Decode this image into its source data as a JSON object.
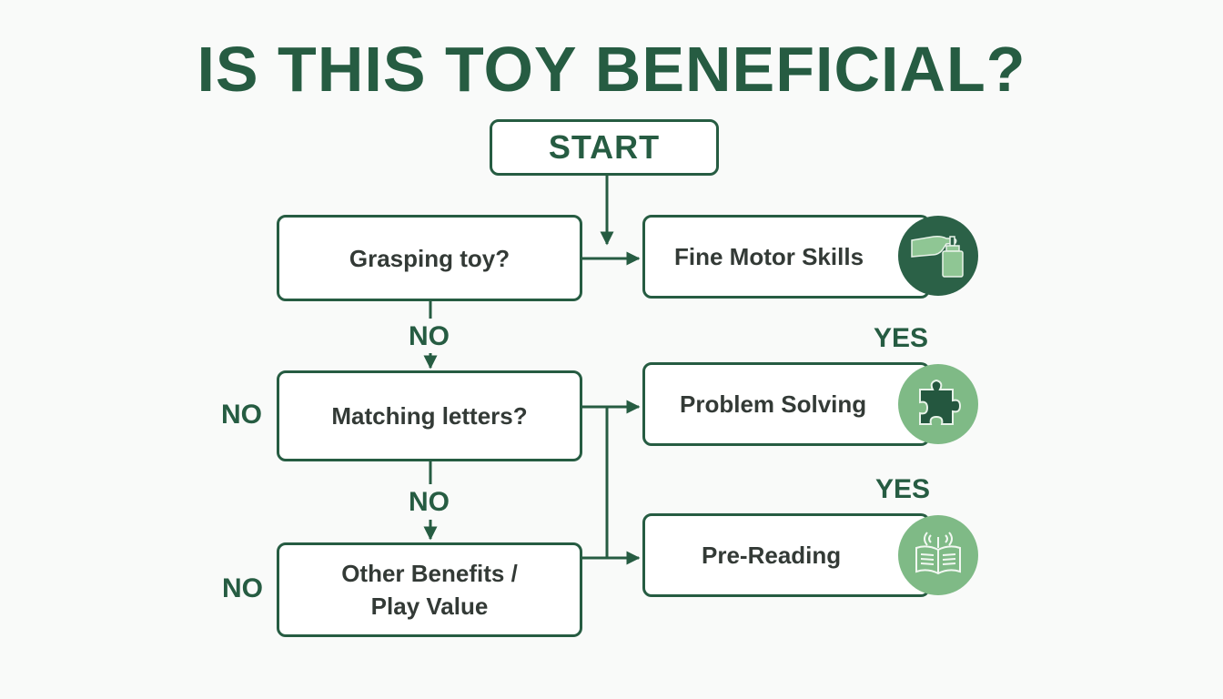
{
  "title": "IS THIS TOY BENEFICIAL?",
  "colors": {
    "primary_green": "#265c42",
    "light_green": "#7fba86",
    "text_dark": "#333a36",
    "background": "#f9faf9"
  },
  "flowchart": {
    "start": {
      "label": "START"
    },
    "questions": [
      {
        "label": "Grasping toy?"
      },
      {
        "label": "Matching letters?"
      },
      {
        "label": "Other Benefits / Play Value",
        "line1": "Other Benefits /",
        "line2": "Play Value"
      }
    ],
    "results": [
      {
        "label": "Fine Motor Skills",
        "icon": "hand-grasping-block-icon"
      },
      {
        "label": "Problem Solving",
        "icon": "puzzle-piece-icon"
      },
      {
        "label": "Pre-Reading",
        "icon": "open-book-audio-icon"
      }
    ],
    "branch_labels": {
      "no_below_q1": "NO",
      "no_below_q2": "NO",
      "no_left_q2": "NO",
      "no_left_q3": "NO",
      "yes_above_r2": "YES",
      "yes_above_r3": "YES"
    }
  }
}
